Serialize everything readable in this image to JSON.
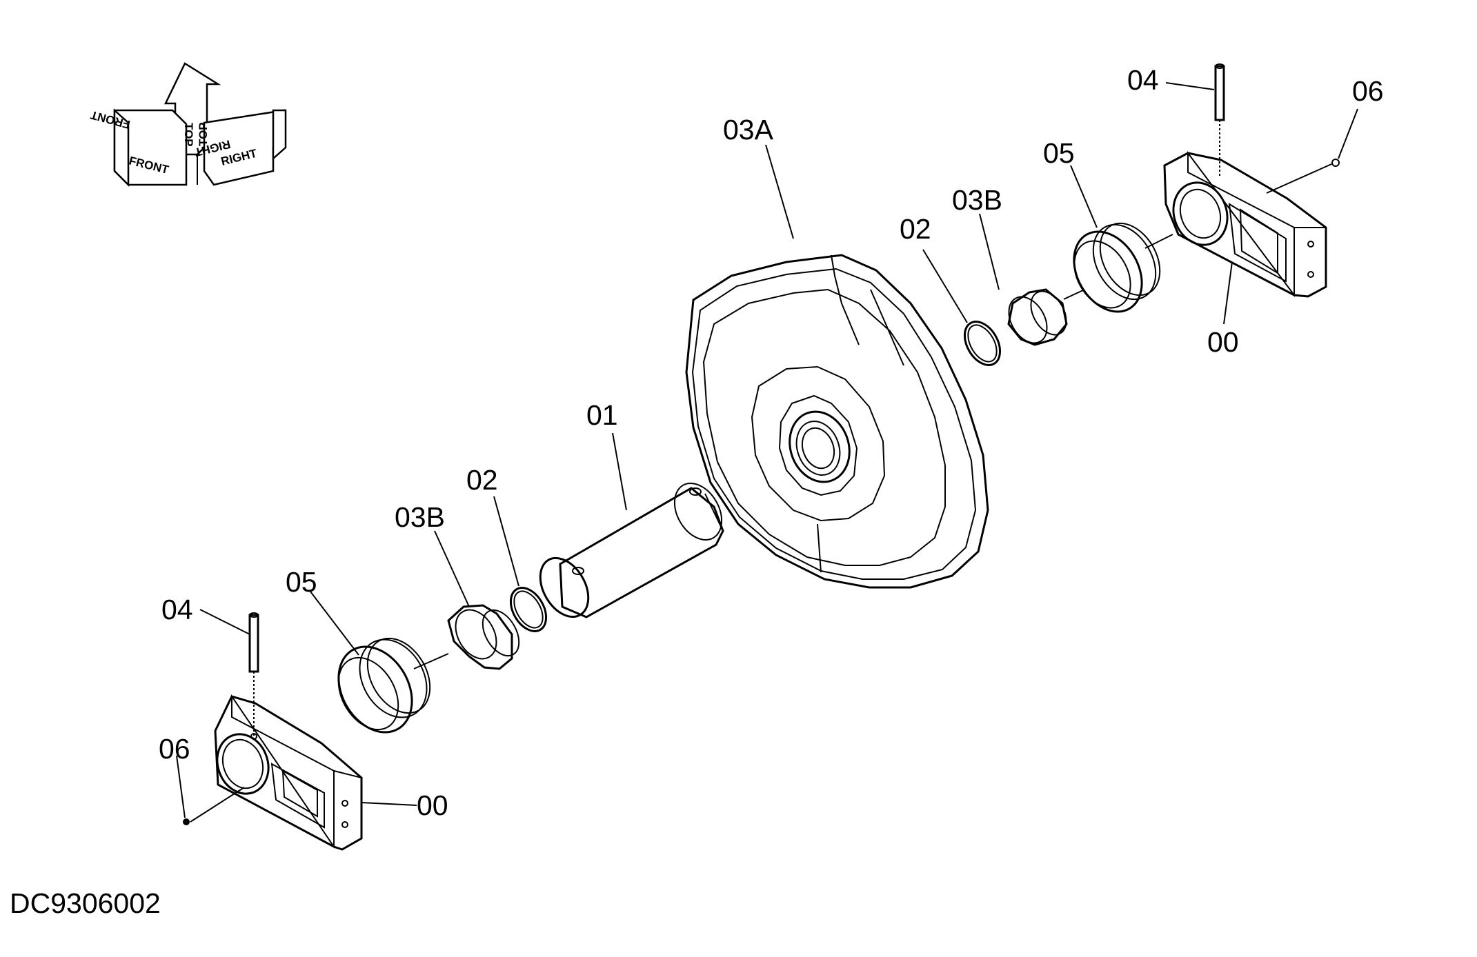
{
  "drawing_id": "DC9306002",
  "orientation": {
    "front": "FRONT",
    "top": "TOP",
    "right": "RIGHT"
  },
  "callouts": {
    "c_03A": "03A",
    "c_04_right": "04",
    "c_06_right": "06",
    "c_05_right": "05",
    "c_03B_right": "03B",
    "c_02_right": "02",
    "c_00_right": "00",
    "c_01": "01",
    "c_02_left": "02",
    "c_03B_left": "03B",
    "c_05_left": "05",
    "c_04_left": "04",
    "c_06_left": "06",
    "c_00_left": "00"
  }
}
